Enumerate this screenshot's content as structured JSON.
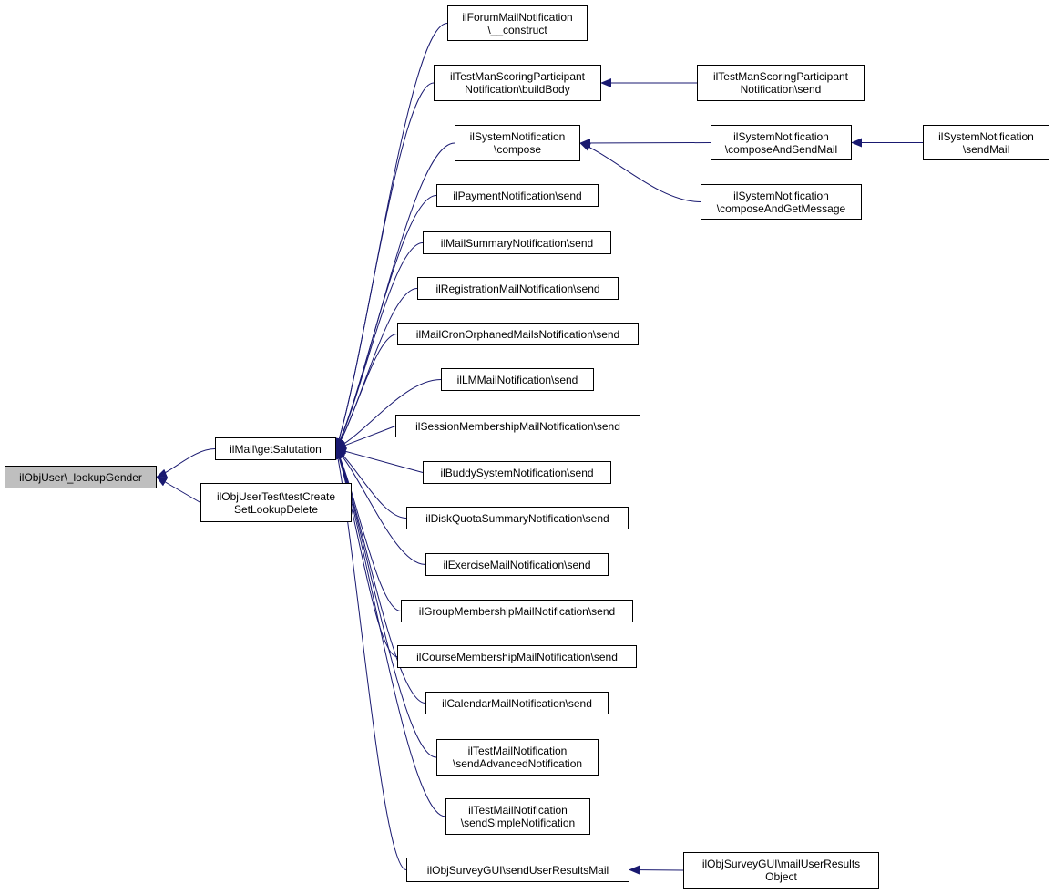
{
  "colors": {
    "edge": "#191970",
    "node_border": "#000000",
    "node_fill": "#ffffff",
    "root_fill": "#bfbfbf"
  },
  "nodes": [
    {
      "id": "root",
      "lines": [
        "ilObjUser\\_lookupGender"
      ]
    },
    {
      "id": "getSalutation",
      "lines": [
        "ilMail\\getSalutation"
      ]
    },
    {
      "id": "testCreate",
      "lines": [
        "ilObjUserTest\\testCreate",
        "SetLookupDelete"
      ]
    },
    {
      "id": "forumConstruct",
      "lines": [
        "ilForumMailNotification",
        "\\__construct"
      ]
    },
    {
      "id": "testManBuildBody",
      "lines": [
        "ilTestManScoringParticipant",
        "Notification\\buildBody"
      ]
    },
    {
      "id": "testManSend",
      "lines": [
        "ilTestManScoringParticipant",
        "Notification\\send"
      ]
    },
    {
      "id": "sysCompose",
      "lines": [
        "ilSystemNotification",
        "\\compose"
      ]
    },
    {
      "id": "sysComposeAndSendMail",
      "lines": [
        "ilSystemNotification",
        "\\composeAndSendMail"
      ]
    },
    {
      "id": "sysSendMail",
      "lines": [
        "ilSystemNotification",
        "\\sendMail"
      ]
    },
    {
      "id": "sysComposeAndGetMessage",
      "lines": [
        "ilSystemNotification",
        "\\composeAndGetMessage"
      ]
    },
    {
      "id": "paymentSend",
      "lines": [
        "ilPaymentNotification\\send"
      ]
    },
    {
      "id": "mailSummarySend",
      "lines": [
        "ilMailSummaryNotification\\send"
      ]
    },
    {
      "id": "registrationSend",
      "lines": [
        "ilRegistrationMailNotification\\send"
      ]
    },
    {
      "id": "cronOrphanedSend",
      "lines": [
        "ilMailCronOrphanedMailsNotification\\send"
      ]
    },
    {
      "id": "lmSend",
      "lines": [
        "ilLMMailNotification\\send"
      ]
    },
    {
      "id": "sessionSend",
      "lines": [
        "ilSessionMembershipMailNotification\\send"
      ]
    },
    {
      "id": "buddySend",
      "lines": [
        "ilBuddySystemNotification\\send"
      ]
    },
    {
      "id": "diskQuotaSend",
      "lines": [
        "ilDiskQuotaSummaryNotification\\send"
      ]
    },
    {
      "id": "exerciseSend",
      "lines": [
        "ilExerciseMailNotification\\send"
      ]
    },
    {
      "id": "groupSend",
      "lines": [
        "ilGroupMembershipMailNotification\\send"
      ]
    },
    {
      "id": "courseSend",
      "lines": [
        "ilCourseMembershipMailNotification\\send"
      ]
    },
    {
      "id": "calendarSend",
      "lines": [
        "ilCalendarMailNotification\\send"
      ]
    },
    {
      "id": "testMailAdvanced",
      "lines": [
        "ilTestMailNotification",
        "\\sendAdvancedNotification"
      ]
    },
    {
      "id": "testMailSimple",
      "lines": [
        "ilTestMailNotification",
        "\\sendSimpleNotification"
      ]
    },
    {
      "id": "surveySendUserResults",
      "lines": [
        "ilObjSurveyGUI\\sendUserResultsMail"
      ]
    },
    {
      "id": "surveyMailUserResults",
      "lines": [
        "ilObjSurveyGUI\\mailUserResults",
        "Object"
      ]
    }
  ],
  "edges": [
    {
      "from": "getSalutation",
      "to": "root"
    },
    {
      "from": "testCreate",
      "to": "root"
    },
    {
      "from": "forumConstruct",
      "to": "getSalutation"
    },
    {
      "from": "testManBuildBody",
      "to": "getSalutation"
    },
    {
      "from": "sysCompose",
      "to": "getSalutation"
    },
    {
      "from": "paymentSend",
      "to": "getSalutation"
    },
    {
      "from": "mailSummarySend",
      "to": "getSalutation"
    },
    {
      "from": "registrationSend",
      "to": "getSalutation"
    },
    {
      "from": "cronOrphanedSend",
      "to": "getSalutation"
    },
    {
      "from": "lmSend",
      "to": "getSalutation"
    },
    {
      "from": "sessionSend",
      "to": "getSalutation"
    },
    {
      "from": "buddySend",
      "to": "getSalutation"
    },
    {
      "from": "diskQuotaSend",
      "to": "getSalutation"
    },
    {
      "from": "exerciseSend",
      "to": "getSalutation"
    },
    {
      "from": "groupSend",
      "to": "getSalutation"
    },
    {
      "from": "courseSend",
      "to": "getSalutation"
    },
    {
      "from": "calendarSend",
      "to": "getSalutation"
    },
    {
      "from": "testMailAdvanced",
      "to": "getSalutation"
    },
    {
      "from": "testMailSimple",
      "to": "getSalutation"
    },
    {
      "from": "surveySendUserResults",
      "to": "getSalutation"
    },
    {
      "from": "testManSend",
      "to": "testManBuildBody"
    },
    {
      "from": "sysComposeAndSendMail",
      "to": "sysCompose"
    },
    {
      "from": "sysComposeAndGetMessage",
      "to": "sysCompose"
    },
    {
      "from": "sysSendMail",
      "to": "sysComposeAndSendMail"
    },
    {
      "from": "surveyMailUserResults",
      "to": "surveySendUserResults"
    }
  ]
}
